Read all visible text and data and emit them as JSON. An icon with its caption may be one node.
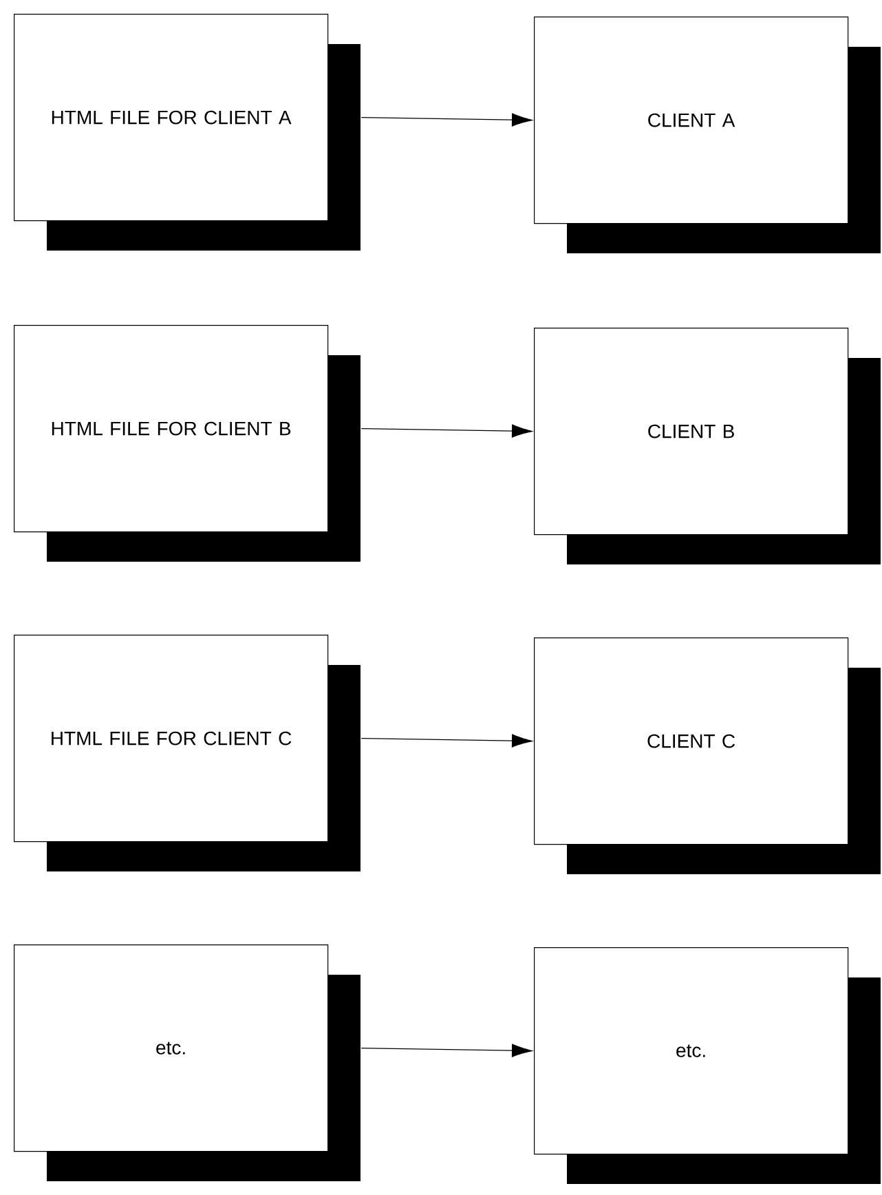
{
  "diagram": {
    "nodes": [
      {
        "text": [
          "HTML FILE FOR CLIENT A"
        ]
      },
      {
        "text": [
          "CLIENT A"
        ]
      },
      {
        "text": [
          "HTML FILE FOR CLIENT B"
        ]
      },
      {
        "text": [
          "CLIENT B"
        ]
      },
      {
        "text": [
          "HTML FILE FOR CLIENT C"
        ]
      },
      {
        "text": [
          "CLIENT C"
        ]
      },
      {
        "text": [
          "etc."
        ]
      },
      {
        "text": [
          "etc."
        ]
      }
    ],
    "edges": [
      {
        "from": 0,
        "to": 1,
        "arrow": "to"
      },
      {
        "from": 2,
        "to": 3,
        "arrow": "to"
      },
      {
        "from": 4,
        "to": 5,
        "arrow": "to"
      },
      {
        "from": 6,
        "to": 7,
        "arrow": "to"
      }
    ]
  }
}
